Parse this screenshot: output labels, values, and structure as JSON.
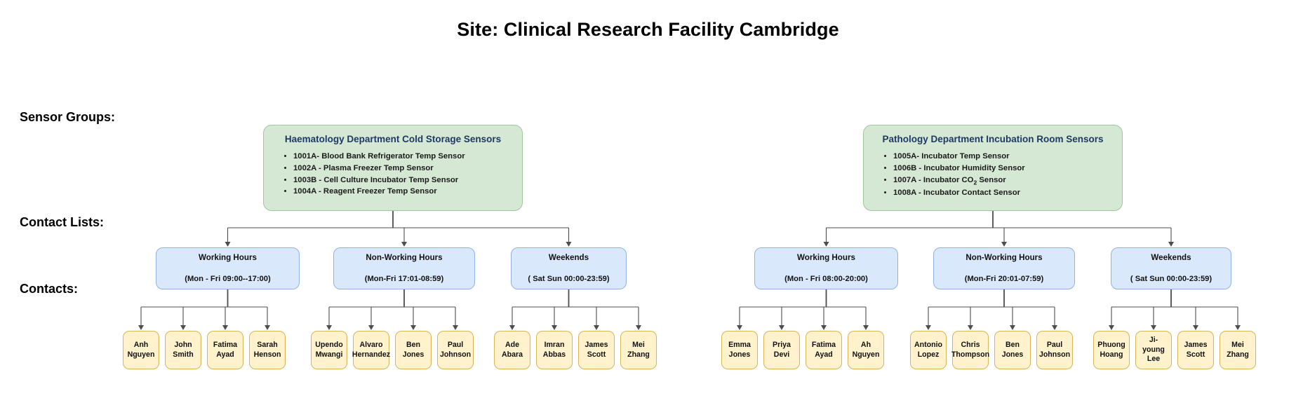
{
  "page": {
    "title": "Site: Clinical Research Facility Cambridge"
  },
  "row_labels": {
    "sensor_groups": "Sensor Groups:",
    "contact_lists": "Contact Lists:",
    "contacts": "Contacts:"
  },
  "colors": {
    "group_fill": "#d5e8d4",
    "group_stroke": "#9ec79b",
    "group_title_text": "#1f3864",
    "list_fill": "#dae8fc",
    "list_stroke": "#8fb3de",
    "contact_fill": "#fff2cc",
    "contact_stroke": "#d6b656",
    "connector": "#4d4d4d",
    "background": "#ffffff"
  },
  "trees": [
    {
      "id": "haematology",
      "group": {
        "title": "Haematology Department Cold Storage Sensors",
        "sensors": [
          "1001A- Blood Bank Refrigerator Temp Sensor",
          "1002A - Plasma Freezer Temp Sensor",
          "1003B - Cell Culture Incubator Temp Sensor",
          "1004A - Reagent Freezer Temp Sensor"
        ]
      },
      "contact_lists": [
        {
          "name": "Working Hours",
          "schedule": "(Mon - Fri  09:00--17:00)",
          "contacts": [
            "Anh Nguyen",
            "John Smith",
            "Fatima Ayad",
            "Sarah Henson"
          ]
        },
        {
          "name": "Non-Working Hours",
          "schedule": "(Mon-Fri 17:01-08:59)",
          "contacts": [
            "Upendo Mwangi",
            "Alvaro Hernandez",
            "Ben Jones",
            "Paul Johnson"
          ]
        },
        {
          "name": "Weekends",
          "schedule": "( Sat Sun 00:00-23:59)",
          "contacts": [
            "Ade Abara",
            "Imran Abbas",
            "James Scott",
            "Mei Zhang"
          ]
        }
      ]
    },
    {
      "id": "pathology",
      "group": {
        "title": "Pathology Department Incubation Room Sensors",
        "sensors": [
          "1005A- Incubator Temp Sensor",
          "1006B - Incubator Humidity Sensor",
          "1007A - Incubator CO2 Sensor",
          "1008A - Incubator Contact Sensor"
        ]
      },
      "contact_lists": [
        {
          "name": "Working Hours",
          "schedule": "(Mon - Fri  08:00-20:00)",
          "contacts": [
            "Emma Jones",
            "Priya Devi",
            "Fatima Ayad",
            "Ah Nguyen"
          ]
        },
        {
          "name": "Non-Working Hours",
          "schedule": "(Mon-Fri 20:01-07:59)",
          "contacts": [
            "Antonio Lopez",
            "Chris Thompson",
            "Ben Jones",
            "Paul Johnson"
          ]
        },
        {
          "name": "Weekends",
          "schedule": "( Sat Sun 00:00-23:59)",
          "contacts": [
            "Phuong Hoang",
            "Ji-young Lee",
            "James Scott",
            "Mei Zhang"
          ]
        }
      ]
    }
  ]
}
